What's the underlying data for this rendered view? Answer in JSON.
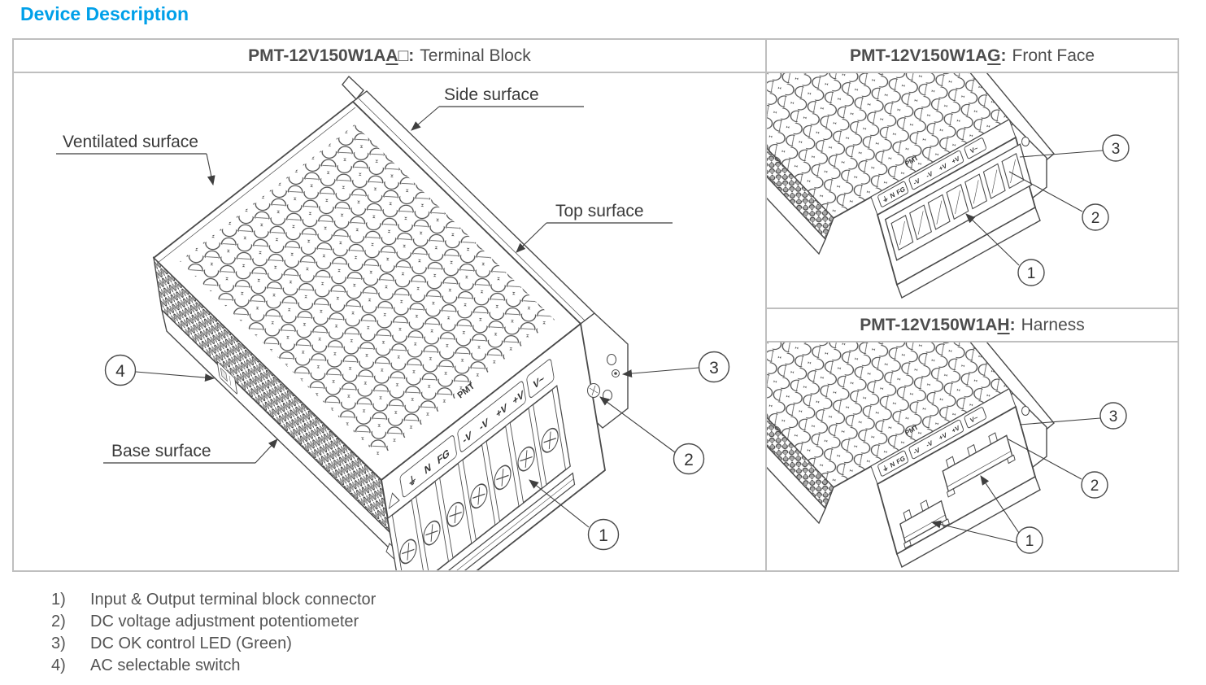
{
  "page": {
    "title": "Device Description"
  },
  "colors": {
    "accent": "#00a0e9",
    "border": "#bfbfbf",
    "body_text": "#545454",
    "line": "#4a4a4a"
  },
  "panels": {
    "terminal": {
      "model": "PMT-12V150W1A",
      "variant": "A",
      "suffix": "□",
      "colon": ":",
      "caption": "Terminal Block"
    },
    "front_face": {
      "model": "PMT-12V150W1A",
      "variant": "G",
      "suffix": "",
      "colon": ":",
      "caption": "Front Face"
    },
    "harness": {
      "model": "PMT-12V150W1A",
      "variant": "H",
      "suffix": "",
      "colon": ":",
      "caption": "Harness"
    }
  },
  "drawing": {
    "surface_labels": {
      "side": "Side surface",
      "ventilated": "Ventilated surface",
      "top": "Top surface",
      "base": "Base surface"
    },
    "callouts": {
      "c1": "1",
      "c2": "2",
      "c3": "3",
      "c4": "4"
    },
    "markings": {
      "ground": "⏚",
      "neutral": "N",
      "fg": "FG",
      "neg": "-V",
      "pos": "+V",
      "vadj": "V~",
      "brand": "PMT"
    }
  },
  "legend": {
    "items": [
      {
        "num": "1)",
        "text": "Input & Output terminal block connector"
      },
      {
        "num": "2)",
        "text": "DC voltage adjustment potentiometer"
      },
      {
        "num": "3)",
        "text": "DC OK control LED (Green)"
      },
      {
        "num": "4)",
        "text": "AC selectable switch"
      }
    ]
  }
}
